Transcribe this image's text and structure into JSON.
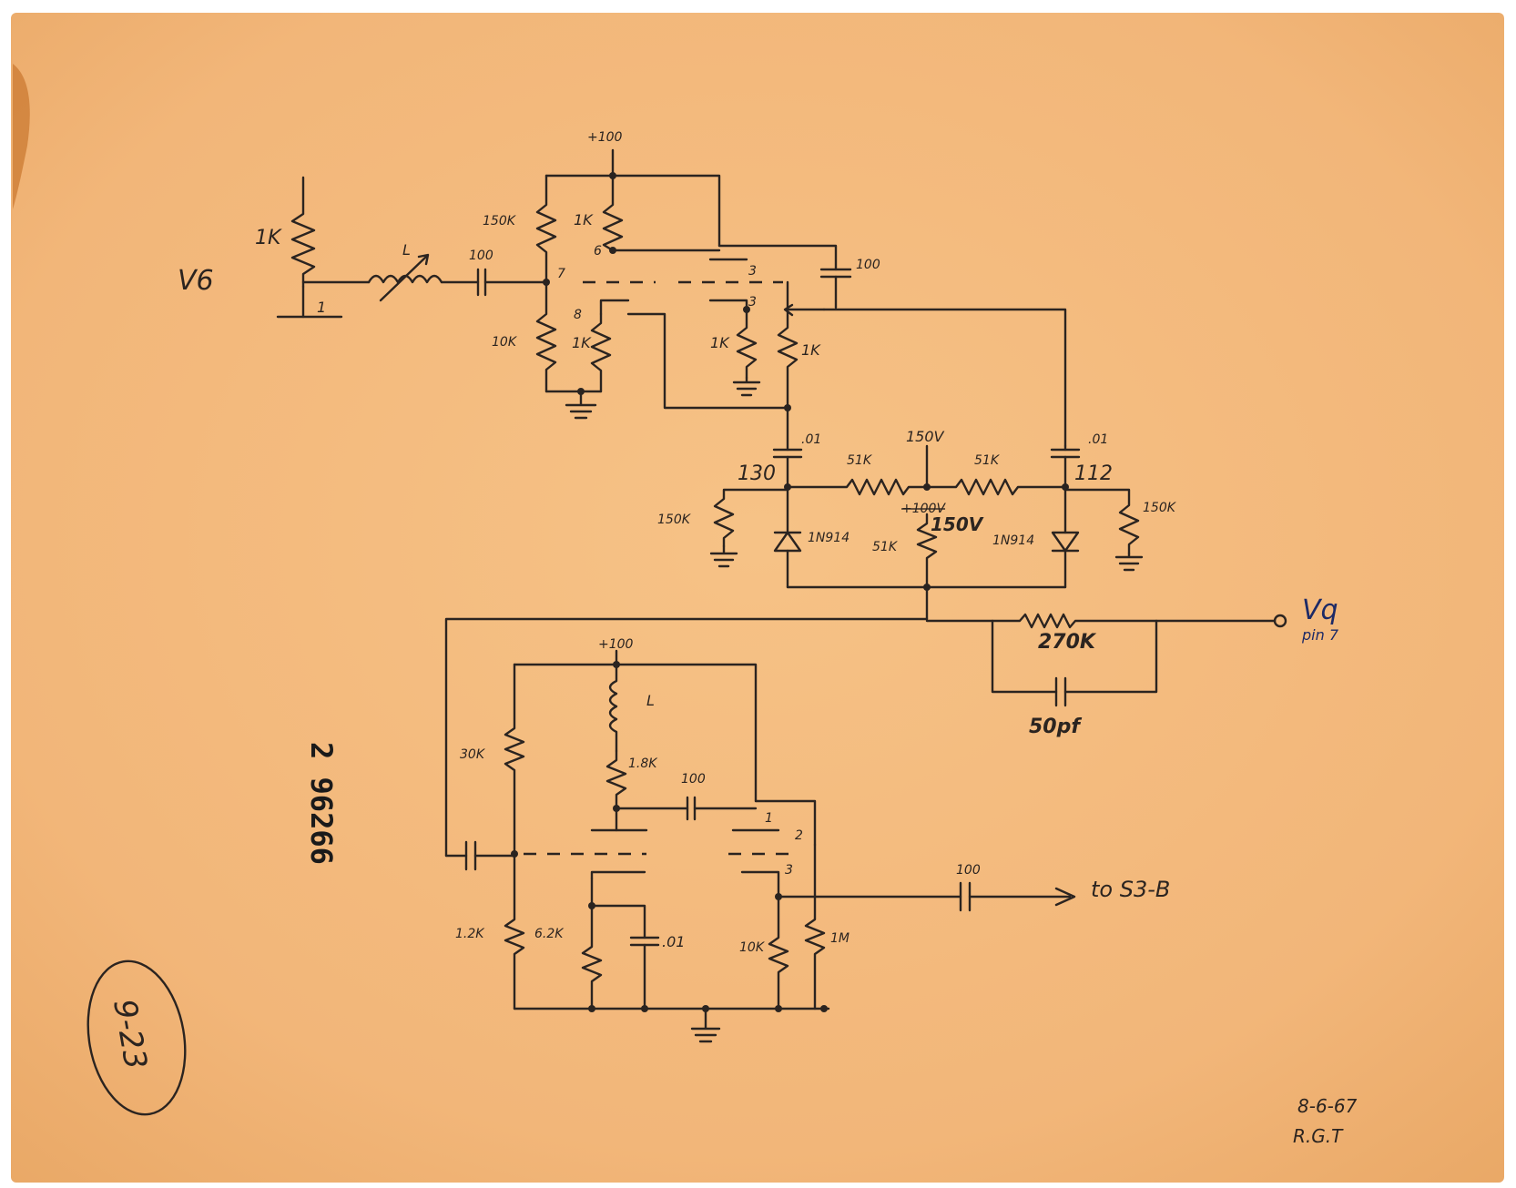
{
  "colors": {
    "paper": "#f2b679",
    "ink": "#2b2420",
    "blue_ink": "#1d2a66"
  },
  "top_stage": {
    "input_label": "V6",
    "r_input": "1K",
    "pin_1": "1",
    "coil": "L",
    "c_coupling": "100",
    "supply": "+100",
    "r_grid_top": "150K",
    "r_plate": "1K",
    "pin_6": "6",
    "pin_7": "7",
    "pin_3a": "3",
    "pin_8": "8",
    "pin_3b": "3",
    "c_top": "100",
    "r_grid_bottom": "10K",
    "r_cathode": "1K",
    "r_cathode2": "1K",
    "r_pot": "1K"
  },
  "discriminator": {
    "c_left": ".01",
    "c_right": ".01",
    "node_left": "130",
    "node_right": "112",
    "r_series_left": "51K",
    "r_series_right": "51K",
    "mid_voltage": "150V",
    "r_left_ground": "150K",
    "r_right_ground": "150K",
    "diode_left": "1N914",
    "diode_right": "1N914",
    "mid_voltage_struck": "+100V",
    "mid_voltage_corrected": "150V",
    "r_mid": "51K",
    "r_out": "270K",
    "c_out": "50pf",
    "output_label": "Vq",
    "output_pin": "pin 7"
  },
  "bottom_stage": {
    "supply": "+100",
    "coil": "L",
    "r_grid_top": "30K",
    "r_plate": "1.8K",
    "c_coupling": "100",
    "pin_1": "1",
    "pin_2": "2",
    "pin_3": "3",
    "r_grid_bottom": "1.2K",
    "r_cathode": "6.2K",
    "c_bypass": ".01",
    "r_load": "10K",
    "r_grid": "1M",
    "c_out": "100",
    "output_label": "to S3-B"
  },
  "stamp_number": "2 96266",
  "circled_ref": "9-23",
  "date": "8-6-67",
  "initials": "R.G.T"
}
